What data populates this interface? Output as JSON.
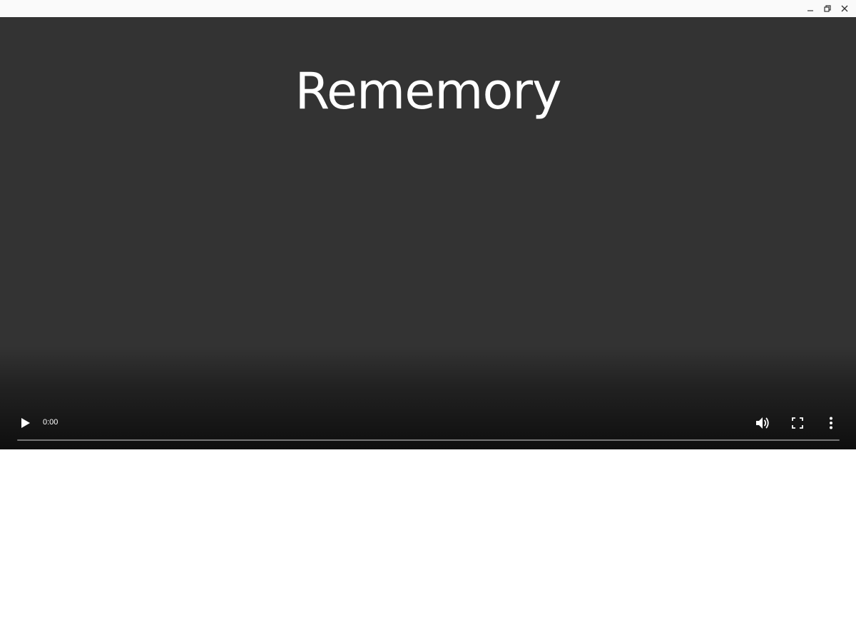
{
  "window": {
    "controls": {
      "minimize_icon": "minimize-icon",
      "restore_icon": "restore-icon",
      "close_icon": "close-icon"
    }
  },
  "video": {
    "title_text": "Rememory",
    "current_time": "0:00",
    "progress": 0,
    "colors": {
      "background": "#333333",
      "text": "#ffffff"
    },
    "controls": {
      "play_icon": "play-icon",
      "volume_icon": "volume-icon",
      "fullscreen_icon": "fullscreen-icon",
      "more_icon": "more-vertical-icon"
    }
  }
}
